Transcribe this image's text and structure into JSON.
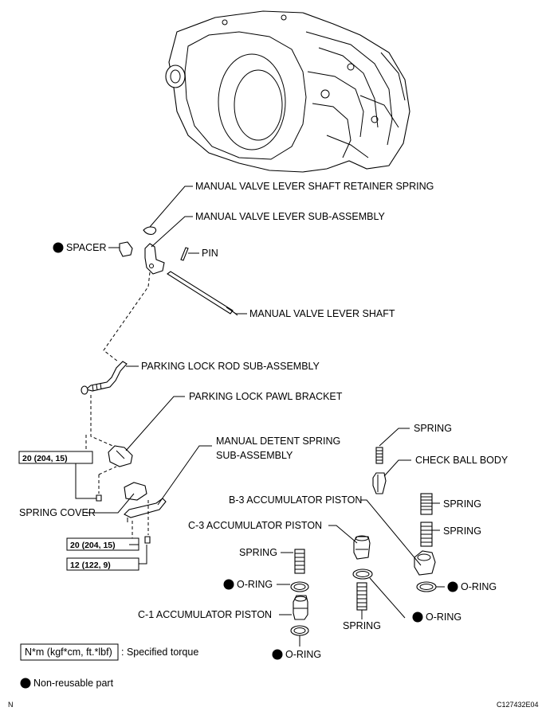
{
  "labels": {
    "retainer_spring": "MANUAL VALVE LEVER SHAFT RETAINER SPRING",
    "lever_sub_assembly": "MANUAL VALVE LEVER SUB-ASSEMBLY",
    "spacer": "SPACER",
    "pin": "PIN",
    "lever_shaft": "MANUAL VALVE LEVER SHAFT",
    "parking_lock_rod": "PARKING LOCK ROD SUB-ASSEMBLY",
    "parking_lock_pawl_bracket": "PARKING LOCK PAWL BRACKET",
    "detent_spring_line1": "MANUAL DETENT SPRING",
    "detent_spring_line2": "SUB-ASSEMBLY",
    "spring_cover": "SPRING COVER",
    "spring_top": "SPRING",
    "check_ball_body": "CHECK BALL BODY",
    "b3_piston": "B-3 ACCUMULATOR PISTON",
    "spring_b3_1": "SPRING",
    "spring_b3_2": "SPRING",
    "c3_piston": "C-3 ACCUMULATOR PISTON",
    "spring_c1": "SPRING",
    "o_ring_c1_upper": "O-RING",
    "o_ring_b3": "O-RING",
    "c1_piston": "C-1 ACCUMULATOR PISTON",
    "o_ring_c3": "O-RING",
    "spring_c3": "SPRING",
    "o_ring_c1_lower": "O-RING"
  },
  "torque": {
    "bracket_bolts": "20 (204, 15)",
    "detent_bolt_1": "20 (204, 15)",
    "detent_bolt_2": "12 (122, 9)"
  },
  "legend": {
    "torque_box": "N*m (kgf*cm, ft.*lbf)",
    "torque_desc": ": Specified torque",
    "non_reusable": "Non-reusable part"
  },
  "footer": {
    "orientation": "N",
    "figure_code": "C127432E04"
  }
}
